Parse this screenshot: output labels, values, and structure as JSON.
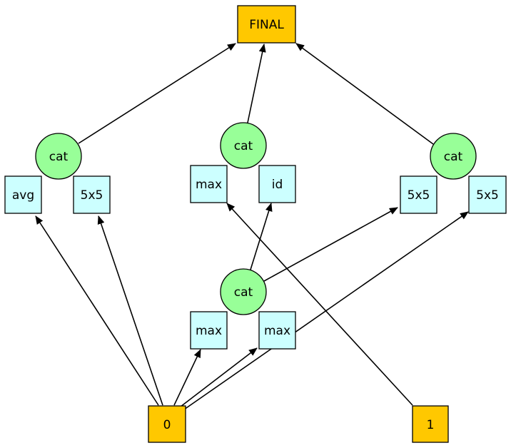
{
  "colors": {
    "io_fill": "#ffc800",
    "cat_fill": "#98ff98",
    "op_fill": "#ccffff",
    "stroke": "#000000"
  },
  "nodes": {
    "final": "FINAL",
    "input_0": "0",
    "input_1": "1",
    "cat_left": "cat",
    "cat_top_mid": "cat",
    "cat_right": "cat",
    "cat_bottom_mid": "cat",
    "op_left_a": "avg",
    "op_left_b": "5x5",
    "op_mid_a": "max",
    "op_mid_b": "id",
    "op_right_a": "5x5",
    "op_right_b": "5x5",
    "op_bottom_a": "max",
    "op_bottom_b": "max"
  }
}
